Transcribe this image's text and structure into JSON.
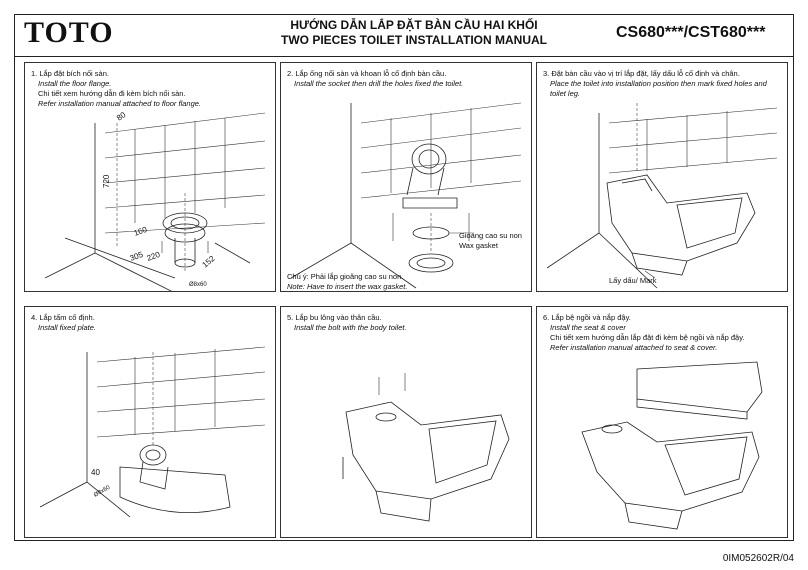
{
  "header": {
    "brand": "TOTO",
    "title_vi": "HƯỚNG DẪN LẮP ĐẶT BÀN CẦU HAI KHỐI",
    "title_en": "TWO PIECES TOILET INSTALLATION MANUAL",
    "model": "CS680***/CST680***"
  },
  "steps": [
    {
      "vi": "1. Lắp đặt bích nối sàn.",
      "en": "Install the floor flange.",
      "vi2": "Chi tiết xem hướng dẫn đi kèm bích nối sàn.",
      "en2": "Refer installation manual attached to floor flange."
    },
    {
      "vi": "2. Lắp ống nối sàn và khoan lỗ cố định bàn cầu.",
      "en": "Install the socket then drill the holes fixed the toilet."
    },
    {
      "vi": "3. Đặt bàn cầu vào vị trí lắp đặt, lấy dấu lỗ cố định và chân.",
      "en": "Place the toilet into installation position then mark fixed holes and",
      "en_cont": "toilet leg."
    },
    {
      "vi": "4. Lắp tấm cố định.",
      "en": "Install fixed plate."
    },
    {
      "vi": "5. Lắp bu lông vào thân cầu.",
      "en": "Install the bolt with the body toilet."
    },
    {
      "vi": "6. Lắp bệ ngồi và nắp đậy.",
      "en": "Install the seat & cover",
      "vi2": "Chi tiết xem hướng dẫn lắp đặt đi kèm bệ ngồi và nắp đậy.",
      "en2": "Refer installation manual attached to seat & cover."
    }
  ],
  "dimensions": {
    "d80": "80",
    "d720": "720",
    "d160": "160",
    "d220": "220",
    "d305": "305",
    "d152": "152",
    "hole1": "Ø8x60",
    "d40": "40",
    "hole4": "Ø8x60"
  },
  "annotations": {
    "wax_vi": "Gioăng cao su non",
    "wax_en": "Wax gasket",
    "note_vi": "Chú ý: Phải lắp gioăng cao su non.",
    "note_en": "Note: Have to insert the wax gasket.",
    "mark": "Lấy dấu/ Mark"
  },
  "doc_id": "0IM052602R/04"
}
